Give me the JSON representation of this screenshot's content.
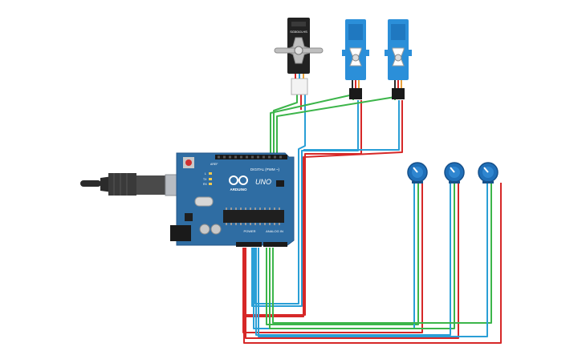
{
  "board": {
    "brand": "ARDUINO",
    "model": "UNO",
    "digital_label": "DIGITAL (PWM ~)",
    "power_label": "POWER",
    "analog_label": "ANALOG IN",
    "aref_label": "AREF",
    "gnd_label": "GND",
    "tx_label": "TX",
    "rx_label": "RX",
    "l_label": "L",
    "on_label": "ON"
  },
  "servos": [
    {
      "id": "large",
      "label": "SG5010-HS"
    },
    {
      "id": "micro-1",
      "label": ""
    },
    {
      "id": "micro-2",
      "label": ""
    }
  ],
  "potentiometers": [
    {
      "id": "pot-1"
    },
    {
      "id": "pot-2"
    },
    {
      "id": "pot-3"
    }
  ],
  "colors": {
    "board": "#2f6da3",
    "board_dark": "#24578a",
    "wire_red": "#d62828",
    "wire_blue": "#2a9fd6",
    "wire_green": "#3cb54a",
    "servo_blue": "#2b8fd9",
    "servo_black": "#222222",
    "pot_blue": "#1f6fb8"
  }
}
